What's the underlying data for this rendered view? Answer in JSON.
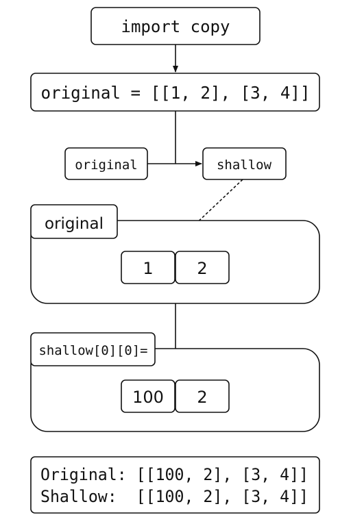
{
  "diagram": {
    "import_stmt": "import copy",
    "assignment": "original = [[1, 2], [3, 4]]",
    "node_original": "original",
    "node_shallow": "shallow",
    "group_original": {
      "label": "original",
      "cells": [
        "1",
        "2"
      ]
    },
    "group_shallow": {
      "label": "shallow[0][0]=",
      "cells": [
        "100",
        "2"
      ]
    },
    "output": {
      "line1": "Original: [[100, 2], [3, 4]]",
      "line2": "Shallow:  [[100, 2], [3, 4]]"
    }
  }
}
